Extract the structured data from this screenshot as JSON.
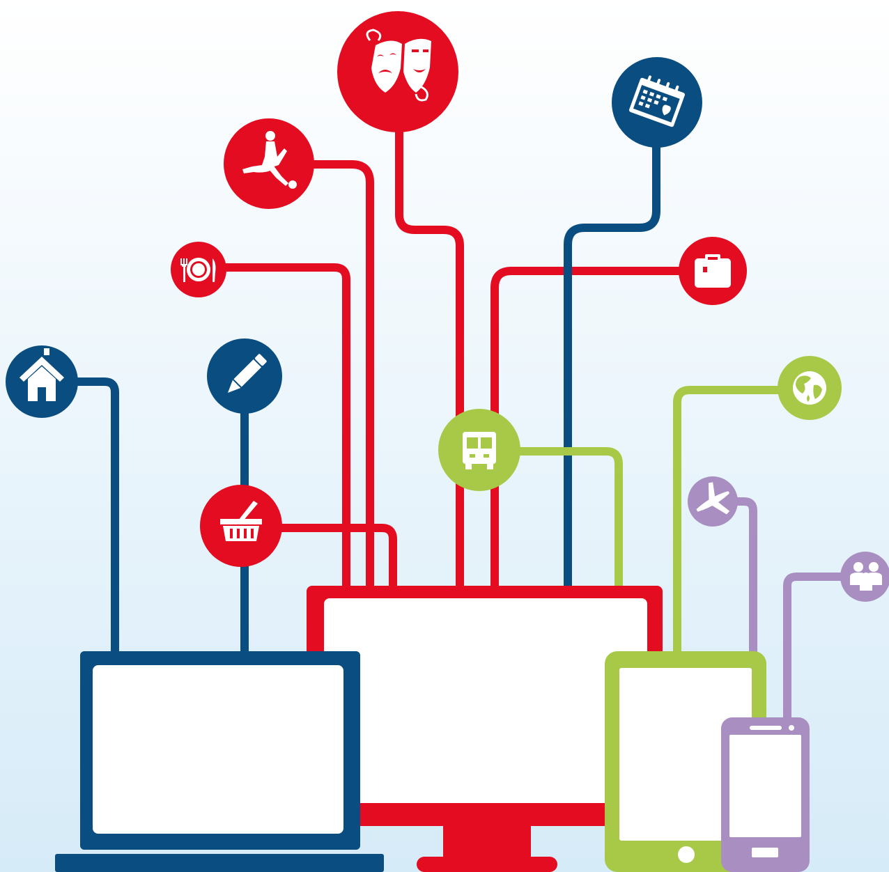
{
  "colors": {
    "red": "#e30c20",
    "blue": "#0a4d80",
    "green": "#a8c947",
    "purple": "#a98fc1",
    "screen": "#ffffff",
    "background_top": "#ffffff",
    "background_bottom": "#d6ebf8"
  },
  "devices": [
    {
      "name": "laptop",
      "color": "blue"
    },
    {
      "name": "desktop-monitor",
      "color": "red"
    },
    {
      "name": "tablet",
      "color": "green"
    },
    {
      "name": "smartphone",
      "color": "purple"
    }
  ],
  "icons": [
    {
      "name": "theater-masks-icon",
      "color": "red"
    },
    {
      "name": "calendar-heart-icon",
      "color": "blue"
    },
    {
      "name": "soccer-player-icon",
      "color": "red"
    },
    {
      "name": "dining-plate-icon",
      "color": "red"
    },
    {
      "name": "briefcase-icon",
      "color": "red"
    },
    {
      "name": "home-icon",
      "color": "blue"
    },
    {
      "name": "pencil-icon",
      "color": "blue"
    },
    {
      "name": "globe-icon",
      "color": "green"
    },
    {
      "name": "bus-icon",
      "color": "green"
    },
    {
      "name": "shopping-basket-icon",
      "color": "red"
    },
    {
      "name": "airplane-icon",
      "color": "purple"
    },
    {
      "name": "family-icon",
      "color": "purple"
    }
  ]
}
